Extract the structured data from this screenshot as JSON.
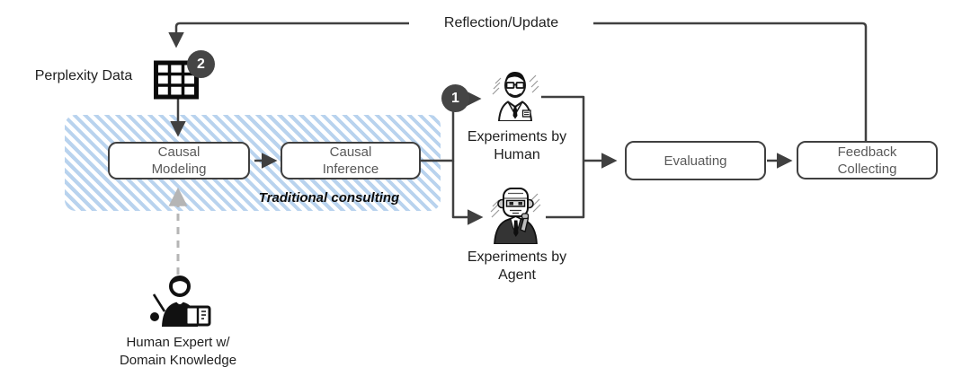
{
  "colors": {
    "line": "#404040",
    "stripe_blue": "#b9d3ee",
    "badge_fill": "#454545",
    "box_text": "#595959",
    "dashed_gray": "#b5b5b5"
  },
  "labels": {
    "reflection": "Reflection/Update",
    "perplexity": "Perplexity Data",
    "traditional": "Traditional consulting",
    "experiments_human": "Experiments by Human",
    "experiments_agent": "Experiments by Agent",
    "human_expert": "Human Expert w/ Domain Knowledge"
  },
  "badges": {
    "data_step": "2",
    "experiments_step": "1"
  },
  "boxes": {
    "causal_modeling": "Causal Modeling",
    "causal_inference": "Causal Inference",
    "evaluating": "Evaluating",
    "feedback_collecting": "Feedback Collecting"
  },
  "icons": {
    "table": "data-table-icon",
    "doctor": "human-consultant-illustration",
    "robot": "agent-robot-illustration",
    "expert": "human-expert-icon"
  }
}
